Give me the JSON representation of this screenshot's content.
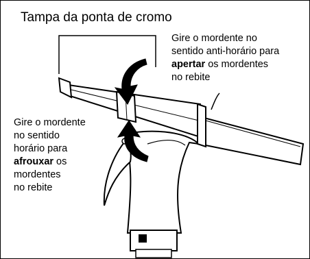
{
  "title": "Tampa da ponta de cromo",
  "instruction_tighten": {
    "line1": "Gire o mordente no",
    "line2": "sentido anti-horário para",
    "bold": "apertar",
    "line3_rest": " os mordentes",
    "line4": "no rebite"
  },
  "instruction_loosen": {
    "line1": "Gire o mordente",
    "line2": "no sentido",
    "line3": "horário para",
    "bold": "afrouxar",
    "line4_rest": " os",
    "line5": "mordentes",
    "line6": "no rebite"
  },
  "colors": {
    "ink": "#000000",
    "background": "#ffffff"
  }
}
